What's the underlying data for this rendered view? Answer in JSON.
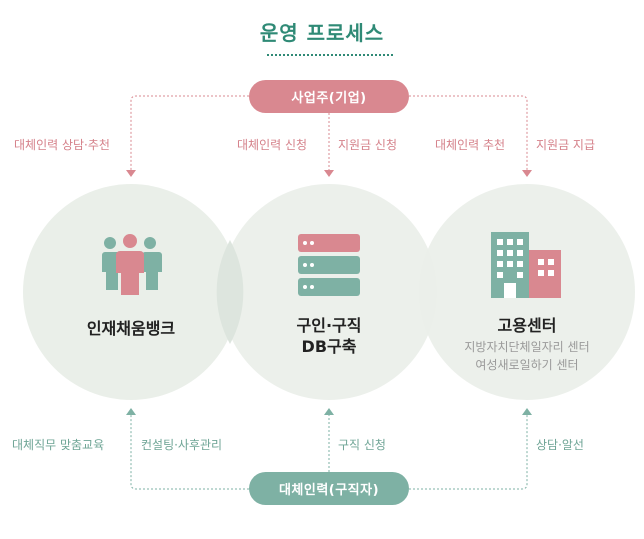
{
  "title": "운영 프로세스",
  "top_node": {
    "label": "사업주(기업)"
  },
  "bottom_node": {
    "label": "대체인력(구직자)"
  },
  "top_flows": {
    "left": "대체인력 상담·추천",
    "center_left": "대체인력 신청",
    "center_right": "지원금 신청",
    "right_left": "대체인력 추천",
    "right_right": "지원금 지급"
  },
  "bottom_flows": {
    "left_a": "대체직무 맞춤교육",
    "left_b": "컨설팅·사후관리",
    "center": "구직 신청",
    "right": "상담·알선"
  },
  "circles": [
    {
      "name": "인재채움뱅크",
      "icon": "people-icon"
    },
    {
      "name_line1": "구인·구직",
      "name_line2": "DB구축",
      "icon": "database-icon"
    },
    {
      "name": "고용센터",
      "sub_line1": "지방자치단체일자리 센터",
      "sub_line2": "여성새로일하기 센터",
      "icon": "building-icon"
    }
  ],
  "colors": {
    "title": "#2f8a76",
    "pink": "#d98890",
    "teal": "#7eb1a4",
    "circle_fill": "#eaefe9",
    "icon_teal": "#7eb1a4",
    "icon_pink": "#d98890"
  }
}
